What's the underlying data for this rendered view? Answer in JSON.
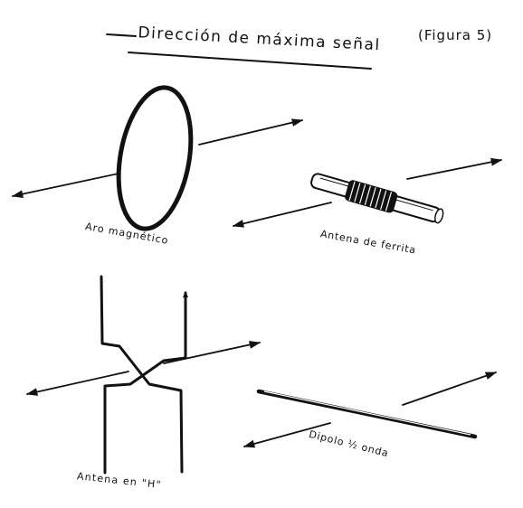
{
  "title": "Dirección de máxima señal",
  "figure_label": "(Figura 5)",
  "antennas": [
    {
      "label": "Aro magnético"
    },
    {
      "label": "Antena de ferrita"
    },
    {
      "label": "Antena en \"H\""
    },
    {
      "label": "Dipolo ½ onda"
    }
  ]
}
